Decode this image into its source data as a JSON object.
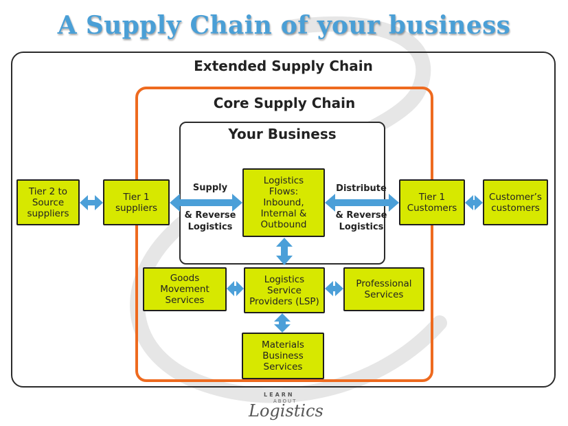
{
  "title": "A Supply Chain of your business",
  "frames": {
    "extended": "Extended Supply Chain",
    "core": "Core Supply Chain",
    "business": "Your Business"
  },
  "boxes": {
    "tier2_suppliers": "Tier 2 to\nSource\nsuppliers",
    "tier1_suppliers": "Tier 1\nsuppliers",
    "logistics_flows": "Logistics\nFlows:\nInbound,\nInternal &\nOutbound",
    "tier1_customers": "Tier 1\nCustomers",
    "customers_customers": "Customer’s\ncustomers",
    "goods_movement": "Goods\nMovement\nServices",
    "lsp": "Logistics\nService\nProviders (LSP)",
    "professional": "Professional\nServices",
    "materials": "Materials\nBusiness\nServices"
  },
  "flow_labels": {
    "supply": "Supply",
    "supply_reverse": "& Reverse\nLogistics",
    "distribute": "Distribute",
    "distribute_reverse": "& Reverse\nLogistics"
  },
  "logo": {
    "top": "LEARN",
    "sub": "ABOUT",
    "main": "Logistics"
  },
  "colors": {
    "title": "#4a9fd6",
    "box_fill": "#d7e800",
    "core_frame": "#ee6a1f",
    "arrow": "#4b9fd8"
  }
}
